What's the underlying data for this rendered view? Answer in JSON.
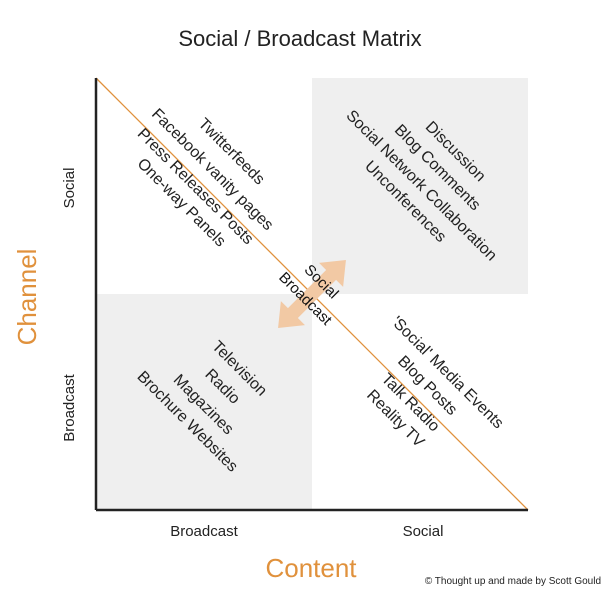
{
  "title": "Social / Broadcast Matrix",
  "y_axis": {
    "title": "Channel",
    "top_label": "Social",
    "bottom_label": "Broadcast"
  },
  "x_axis": {
    "title": "Content",
    "left_label": "Broadcast",
    "right_label": "Social"
  },
  "quadrants": {
    "social_channel_broadcast_content": [
      "Twitterfeeds",
      "Facebook vanity pages",
      "Press Releases Posts",
      "One-way Panels"
    ],
    "social_channel_social_content": [
      "Discussion",
      "Blog Comments",
      "Social Network Collaboration",
      "Unconferences"
    ],
    "broadcast_channel_broadcast_content": [
      "Television",
      "Radio",
      "Magazines",
      "Brochure Websites"
    ],
    "broadcast_channel_social_content": [
      "'Social' Media Events",
      "Blog Posts",
      "Talk Radio",
      "Reality TV"
    ]
  },
  "center_labels": {
    "social": "Social",
    "broadcast": "Broadcast"
  },
  "credit": "© Thought up and made by Scott Gould",
  "colors": {
    "accent": "#e0913c",
    "arrow": "#f2c9a4",
    "shade": "#efefef",
    "axis": "#222222",
    "text": "#222222"
  }
}
